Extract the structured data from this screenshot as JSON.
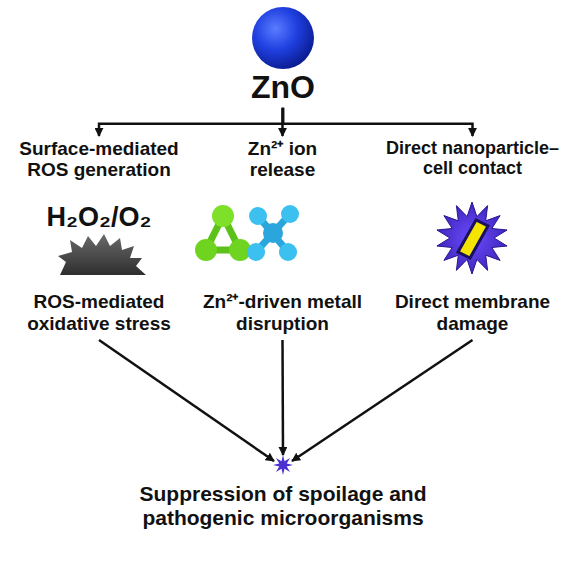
{
  "diagram": {
    "nodes": [
      {
        "text": [
          "ZnO"
        ]
      },
      {
        "text": [
          "Surface-mediated ROS generation",
          "H₂O₂/O₂",
          "ROS-mediated oxidative stress"
        ]
      },
      {
        "text": [
          "Zn²⁺ ion release",
          "Zn²⁺-driven metall disruption"
        ]
      },
      {
        "text": [
          "Direct nanoparticle–cell contact",
          "Direct membrane damage"
        ]
      },
      {
        "text": [
          "Suppression of spoilage and pathogenic microorganisms"
        ]
      }
    ],
    "edges": [
      {
        "from": 0,
        "to": 1,
        "arrow": "to"
      },
      {
        "from": 0,
        "to": 2,
        "arrow": "to"
      },
      {
        "from": 0,
        "to": 3,
        "arrow": "to"
      },
      {
        "from": 1,
        "to": 4,
        "arrow": "to"
      },
      {
        "from": 2,
        "to": 4,
        "arrow": "to"
      },
      {
        "from": 3,
        "to": 4,
        "arrow": "to"
      }
    ]
  }
}
